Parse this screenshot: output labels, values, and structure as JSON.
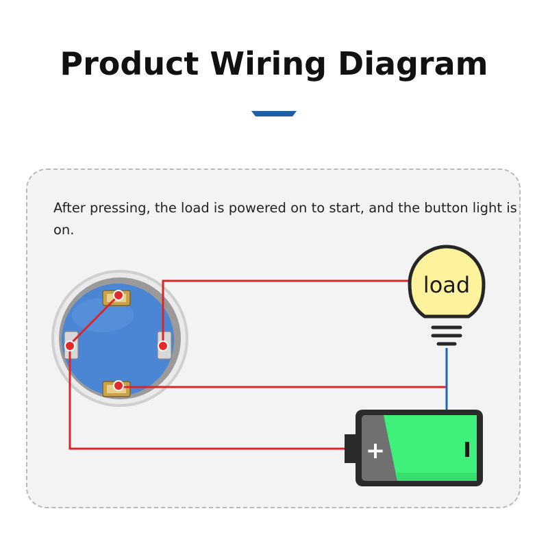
{
  "header": {
    "title": "Product Wiring Diagram"
  },
  "panel": {
    "description": "After pressing, the load is powered on to start, and the button light is on."
  },
  "diagram": {
    "load_label": "load",
    "battery_plus": "+",
    "battery_minus": "-",
    "colors": {
      "accent": "#1f5fa8",
      "wire_red": "#d9262b",
      "wire_blue": "#1e62c4",
      "button_blue": "#4a86d4",
      "bulb_yellow": "#fff29c",
      "battery_green": "#3ff07a",
      "battery_body": "#2b2b2b"
    }
  }
}
